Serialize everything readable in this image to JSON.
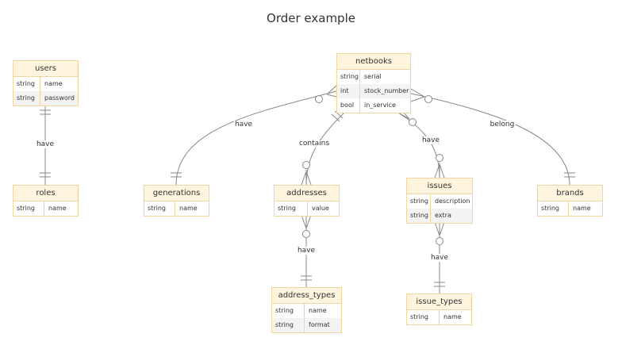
{
  "title": "Order example",
  "entities": {
    "users": {
      "name": "users",
      "attributes": [
        {
          "type": "string",
          "name": "name"
        },
        {
          "type": "string",
          "name": "password"
        }
      ]
    },
    "roles": {
      "name": "roles",
      "attributes": [
        {
          "type": "string",
          "name": "name"
        }
      ]
    },
    "netbooks": {
      "name": "netbooks",
      "attributes": [
        {
          "type": "string",
          "name": "serial"
        },
        {
          "type": "int",
          "name": "stock_number"
        },
        {
          "type": "bool",
          "name": "in_service"
        }
      ]
    },
    "generations": {
      "name": "generations",
      "attributes": [
        {
          "type": "string",
          "name": "name"
        }
      ]
    },
    "addresses": {
      "name": "addresses",
      "attributes": [
        {
          "type": "string",
          "name": "value"
        }
      ]
    },
    "issues": {
      "name": "issues",
      "attributes": [
        {
          "type": "string",
          "name": "description"
        },
        {
          "type": "string",
          "name": "extra"
        }
      ]
    },
    "brands": {
      "name": "brands",
      "attributes": [
        {
          "type": "string",
          "name": "name"
        }
      ]
    },
    "address_types": {
      "name": "address_types",
      "attributes": [
        {
          "type": "string",
          "name": "name"
        },
        {
          "type": "string",
          "name": "format"
        }
      ]
    },
    "issue_types": {
      "name": "issue_types",
      "attributes": [
        {
          "type": "string",
          "name": "name"
        }
      ]
    }
  },
  "relationships": [
    {
      "from": "users",
      "to": "roles",
      "label": "have"
    },
    {
      "from": "netbooks",
      "to": "generations",
      "label": "have"
    },
    {
      "from": "netbooks",
      "to": "addresses",
      "label": "contains"
    },
    {
      "from": "netbooks",
      "to": "issues",
      "label": "have"
    },
    {
      "from": "netbooks",
      "to": "brands",
      "label": "belong"
    },
    {
      "from": "addresses",
      "to": "address_types",
      "label": "have"
    },
    {
      "from": "issues",
      "to": "issue_types",
      "label": "have"
    }
  ],
  "colors": {
    "header_fill": "#fff4dd",
    "border": "#f1d5a3",
    "line": "#888888",
    "alt_row": "#f3f3f3"
  }
}
